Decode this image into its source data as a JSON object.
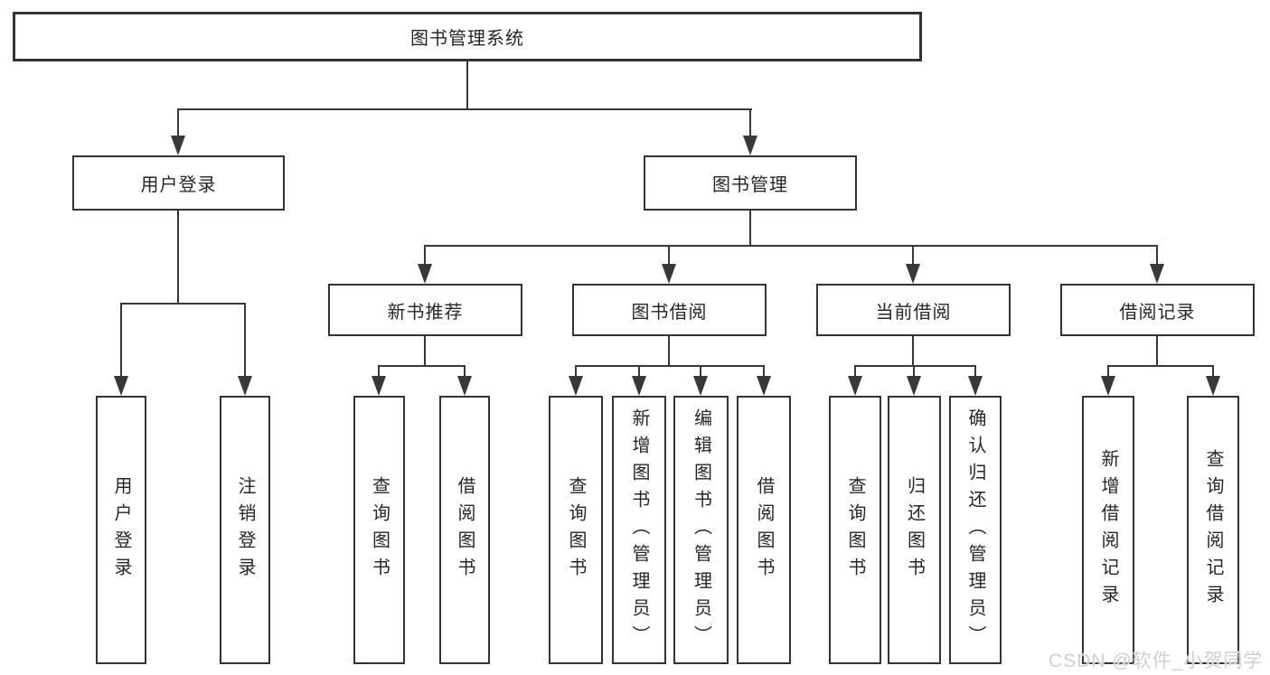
{
  "watermark": "CSDN @软件_小贺同学",
  "colors": {
    "background": "#ffffff",
    "box_border": "#333333",
    "line": "#383838",
    "text": "#262626",
    "watermark": "#cfcfcf"
  },
  "tree": {
    "root": {
      "label": "图书管理系统"
    },
    "level2": [
      {
        "label": "用户登录"
      },
      {
        "label": "图书管理"
      }
    ],
    "level3": [
      {
        "label": "新书推荐"
      },
      {
        "label": "图书借阅"
      },
      {
        "label": "当前借阅"
      },
      {
        "label": "借阅记录"
      }
    ],
    "leaves": {
      "user_login": [
        "用户登录",
        "注销登录"
      ],
      "new_book": [
        "查询图书",
        "借阅图书"
      ],
      "book_borrow": [
        "查询图书",
        "新增图书（管理员）",
        "编辑图书（管理员）",
        "借阅图书"
      ],
      "current_borrow": [
        "查询图书",
        "归还图书",
        "确认归还（管理员）"
      ],
      "borrow_records": [
        "新增借阅记录",
        "查询借阅记录"
      ]
    }
  }
}
